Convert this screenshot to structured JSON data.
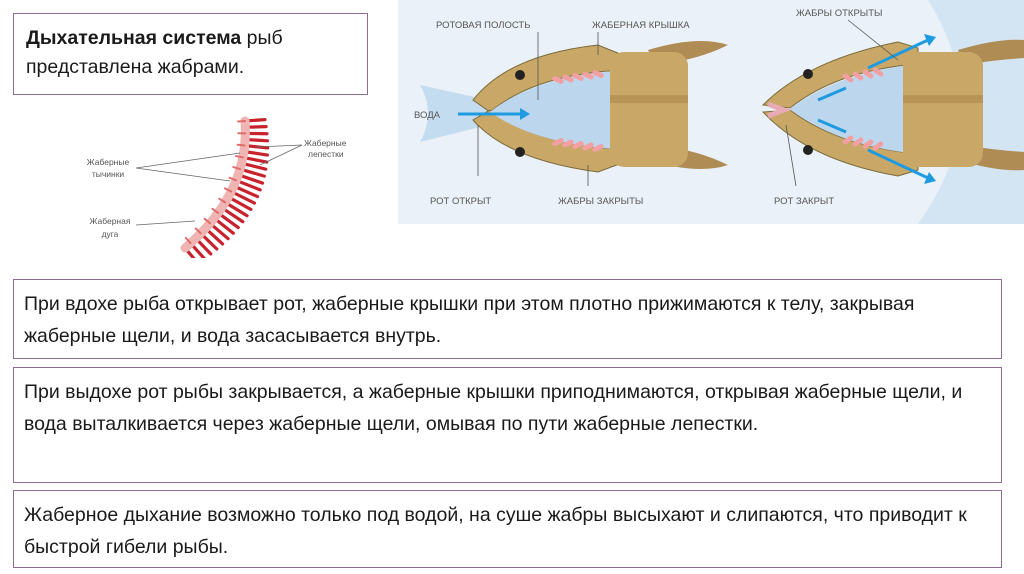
{
  "intro": {
    "bold": "Дыхательная система",
    "rest": " рыб представлена жабрами."
  },
  "gill_diagram": {
    "label_filaments": [
      "Жаберные",
      "лепестки"
    ],
    "label_rakers": [
      "Жаберные",
      "тычинки"
    ],
    "label_arch": [
      "Жаберная",
      "дуга"
    ]
  },
  "fish_diagram": {
    "label_mouth_cavity": "РОТОВАЯ ПОЛОСТЬ",
    "label_operculum": "ЖАБЕРНАЯ КРЫШКА",
    "label_water": "ВОДА",
    "label_mouth_open": "РОТ ОТКРЫТ",
    "label_gills_closed": "ЖАБРЫ ЗАКРЫТЫ",
    "label_gills_open": "ЖАБРЫ ОТКРЫТЫ",
    "label_mouth_closed": "РОТ ЗАКРЫТ"
  },
  "paragraphs": [
    "При вдохе рыба открывает рот, жаберные крышки при этом плотно прижимаются к телу, закрывая жаберные щели, и вода засасывается внутрь.",
    "При выдохе рот рыбы закрывается, а жаберные крышки приподнимаются, открывая жаберные щели, и вода выталкивается через жаберные щели, омывая по пути жаберные лепестки.",
    "Жаберное дыхание возможно только под водой, на суше жабры высыхают и слипаются, что приводит к быстрой гибели рыбы."
  ],
  "colors": {
    "border": "#8e6c93",
    "gill_red": "#c8232c",
    "fish_body": "#c9a767",
    "water": "#bcd6ee",
    "arrow": "#1e9be0"
  }
}
